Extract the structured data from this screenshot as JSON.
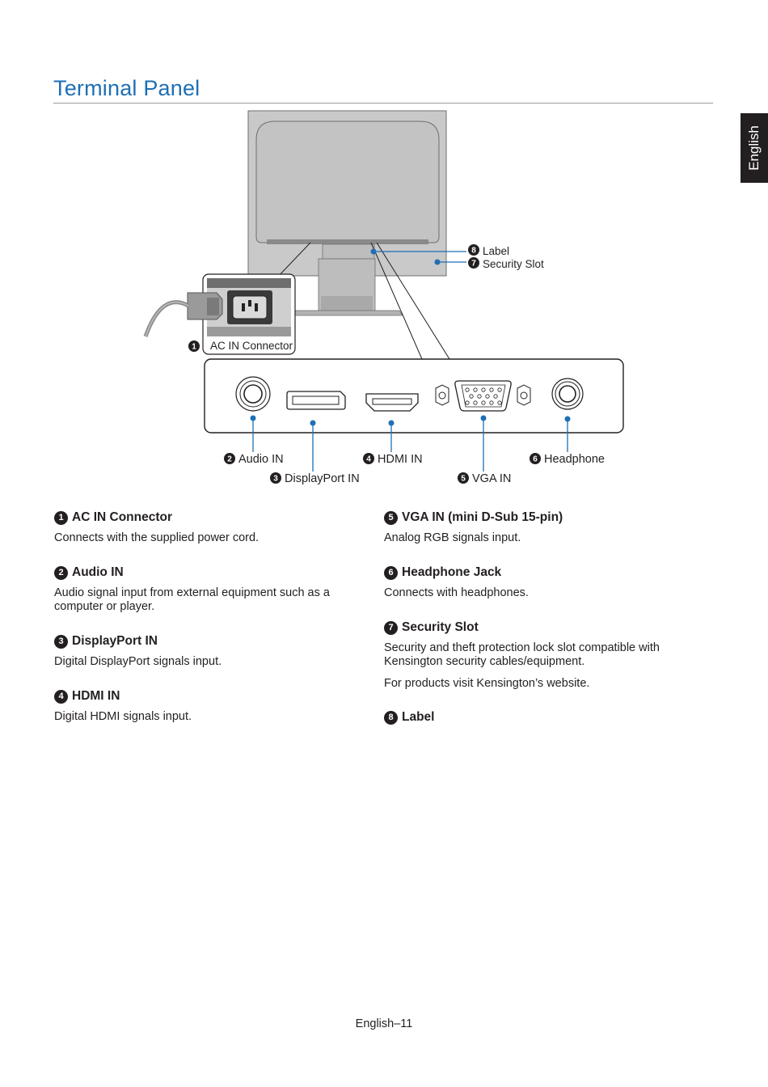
{
  "page": {
    "title": "Terminal Panel",
    "language_tab": "English",
    "footer": "English–11"
  },
  "diagram": {
    "callouts": [
      {
        "num": "8",
        "label": "Label"
      },
      {
        "num": "7",
        "label": "Security Slot"
      },
      {
        "num": "1",
        "label": "AC IN Connector"
      },
      {
        "num": "2",
        "label": "Audio IN"
      },
      {
        "num": "3",
        "label": "DisplayPort IN"
      },
      {
        "num": "4",
        "label": "HDMI IN"
      },
      {
        "num": "5",
        "label": "VGA IN"
      },
      {
        "num": "6",
        "label": "Headphone"
      }
    ]
  },
  "descriptions": {
    "left": [
      {
        "num": "1",
        "title": "AC IN Connector",
        "text": [
          "Connects with the supplied power cord."
        ]
      },
      {
        "num": "2",
        "title": "Audio IN",
        "text": [
          "Audio signal input from external equipment such as a computer or player."
        ]
      },
      {
        "num": "3",
        "title": "DisplayPort IN",
        "text": [
          "Digital DisplayPort signals input."
        ]
      },
      {
        "num": "4",
        "title": "HDMI IN",
        "text": [
          "Digital HDMI signals input."
        ]
      }
    ],
    "right": [
      {
        "num": "5",
        "title": "VGA IN (mini D-Sub 15-pin)",
        "text": [
          "Analog RGB signals input."
        ]
      },
      {
        "num": "6",
        "title": "Headphone Jack",
        "text": [
          "Connects with headphones."
        ]
      },
      {
        "num": "7",
        "title": "Security Slot",
        "text": [
          "Security and theft protection lock slot compatible with Kensington security cables/equipment.",
          "For products visit Kensington’s website."
        ]
      },
      {
        "num": "8",
        "title": "Label",
        "text": []
      }
    ]
  },
  "colors": {
    "title_blue": "#1e6fb5",
    "callout_blue": "#1e6fb5",
    "monitor_gray": "#c8c8c8",
    "text": "#231f20"
  }
}
